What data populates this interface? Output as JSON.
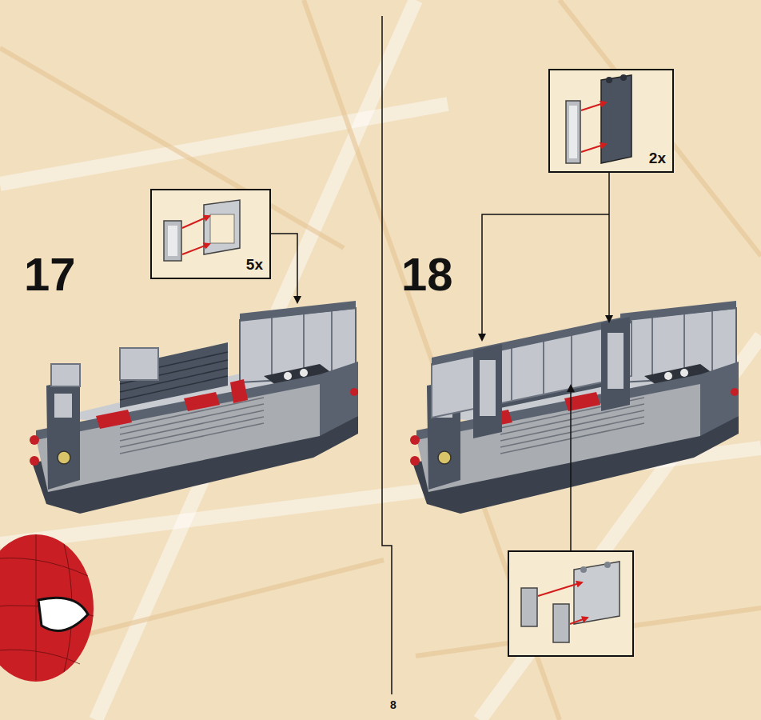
{
  "diagram": {
    "nodes": [
      {
        "text": [
          "5x"
        ]
      },
      {
        "text": [
          "2x"
        ]
      }
    ],
    "labels": [
      "17",
      "18",
      "8"
    ]
  }
}
